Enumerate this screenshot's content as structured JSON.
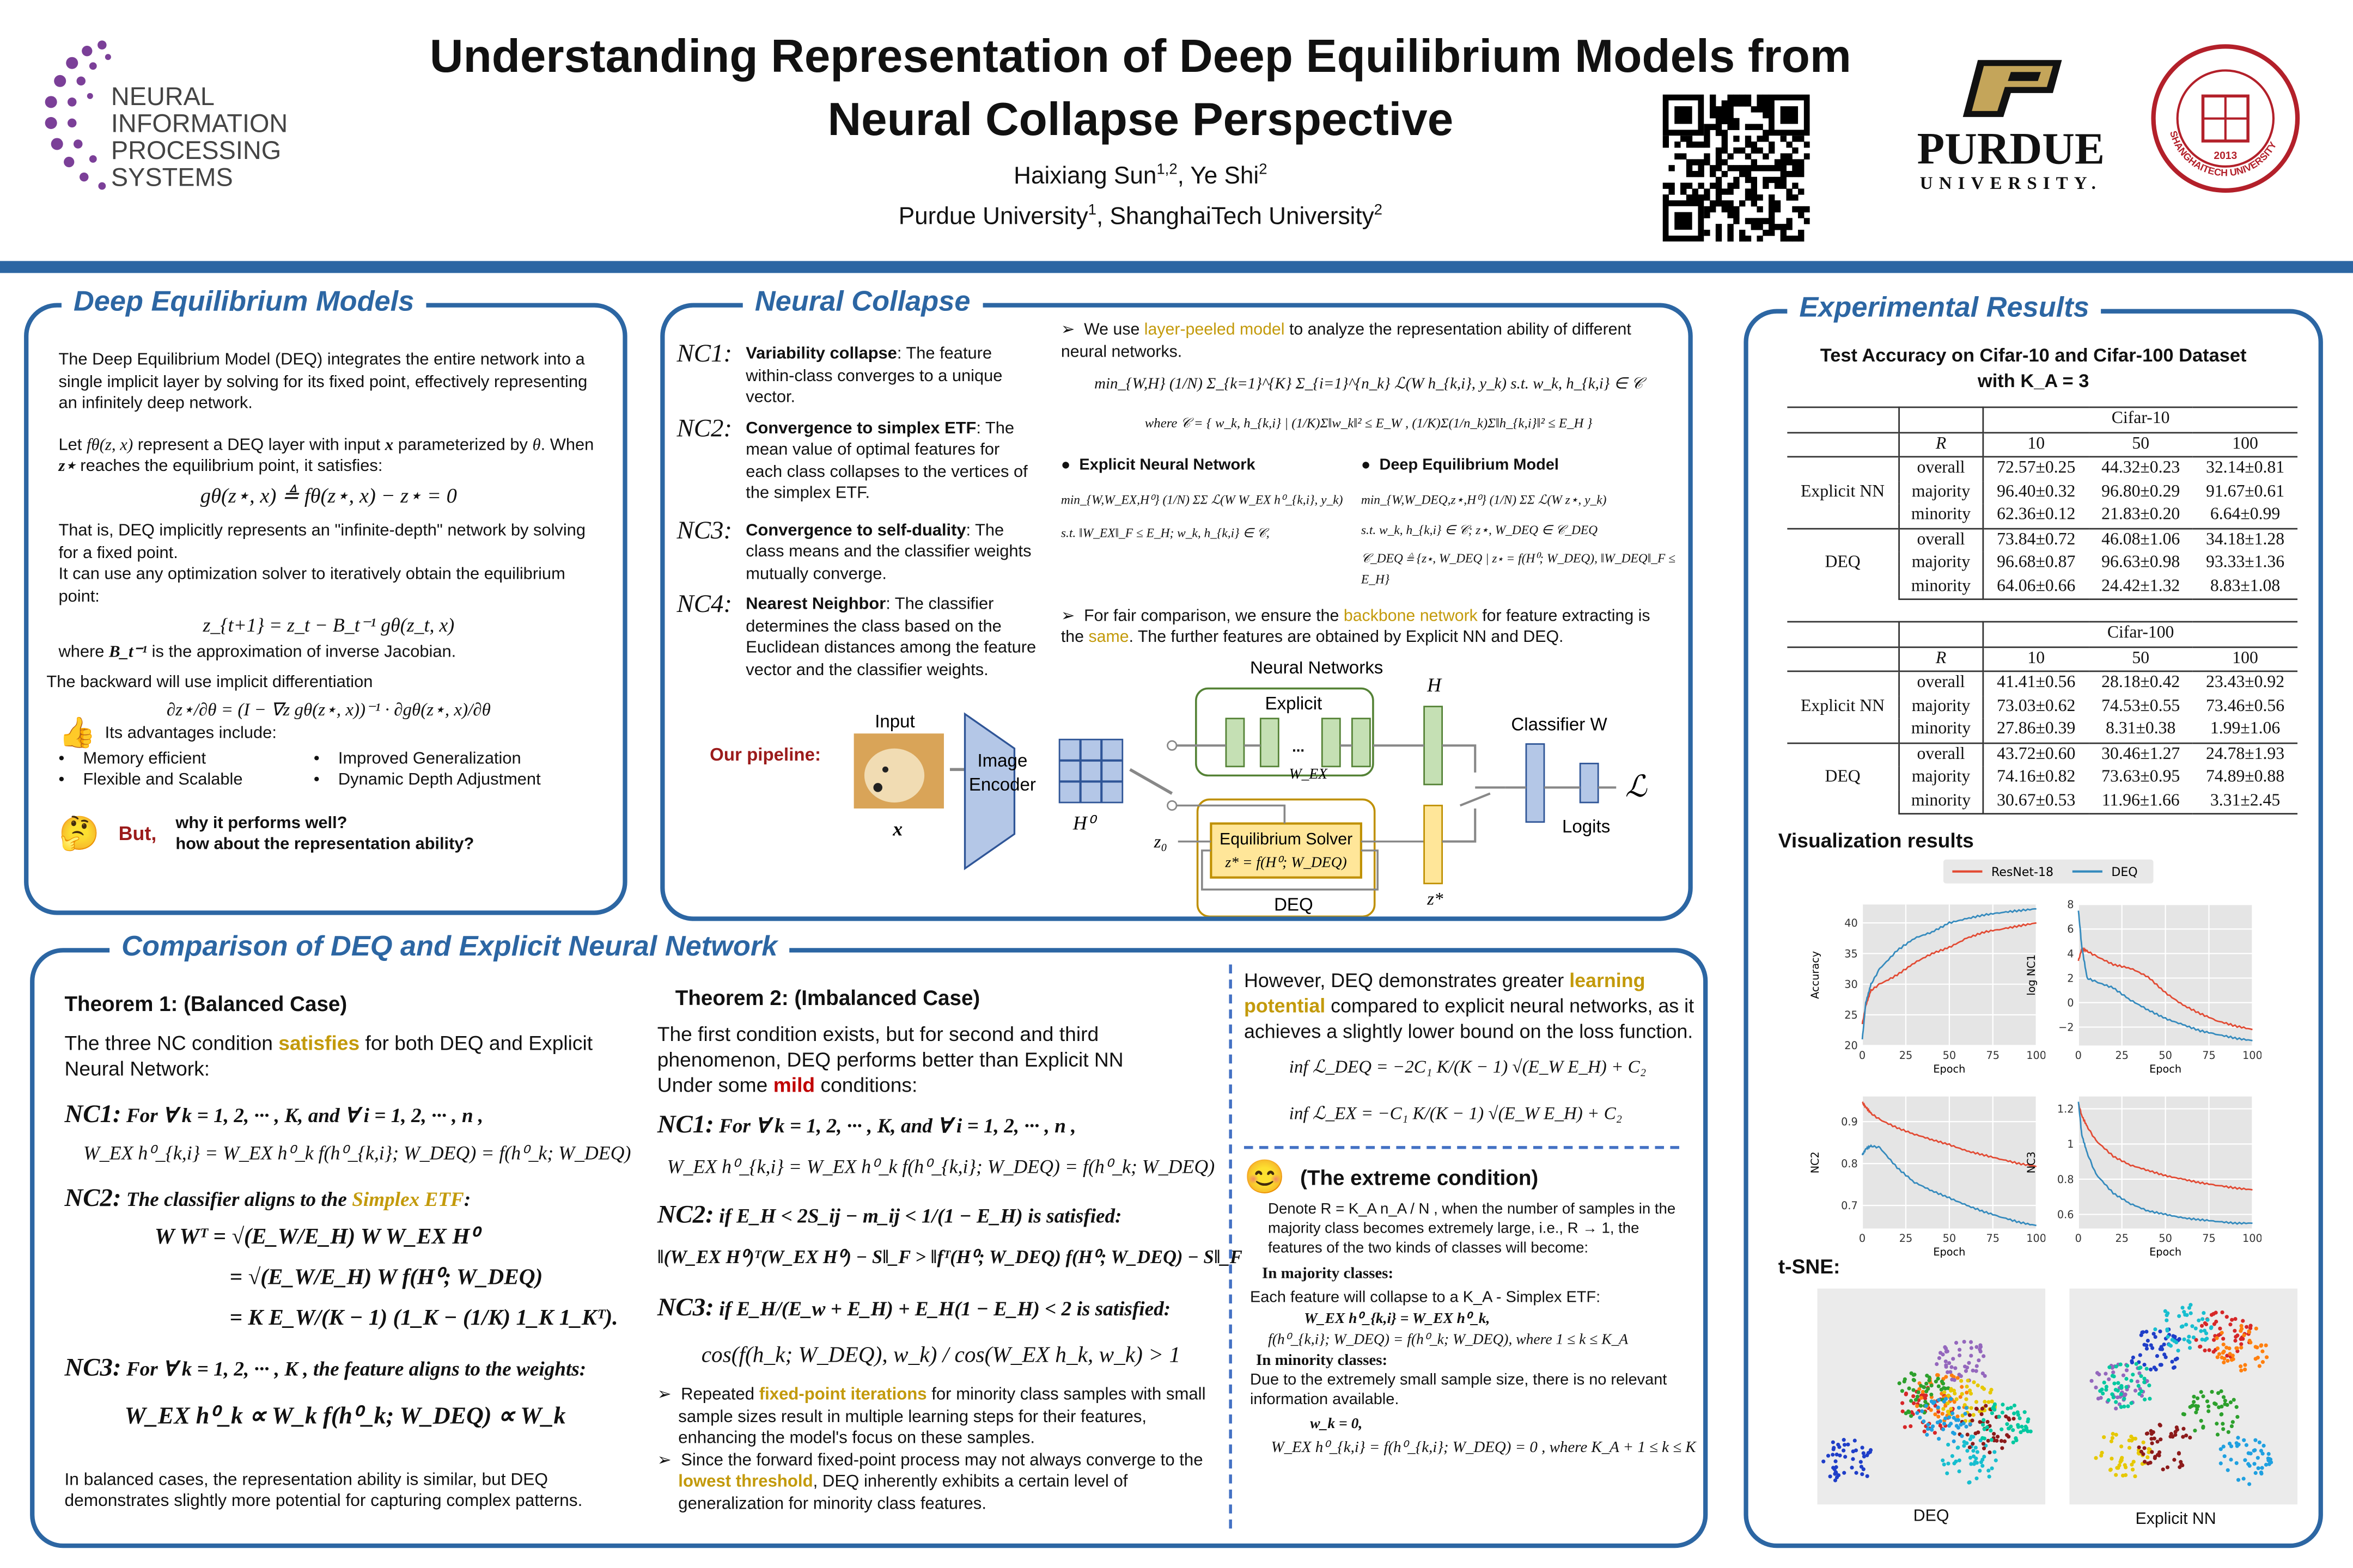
{
  "header": {
    "title_line1": "Understanding Representation of Deep Equilibrium Models from",
    "title_line2": "Neural Collapse Perspective",
    "authors": "Haixiang Sun",
    "authors_sup1": "1,2",
    "authors_mid": ", Ye Shi",
    "authors_sup2": "2",
    "affil1": "Purdue University",
    "affil_sup1": "1",
    "affil2": ", ShanghaiTech University",
    "affil_sup2": "2",
    "logo_neurips": [
      "NEURAL",
      "INFORMATION",
      "PROCESSING",
      "SYSTEMS"
    ],
    "logo_purdue": "PURDUE",
    "logo_purdue_sub": "UNIVERSITY.",
    "logo_shanghaitech": "SHANGHAITECH UNIVERSITY 2013",
    "accent": "#2c66a3"
  },
  "deq": {
    "title": "Deep Equilibrium Models",
    "p1": "The Deep Equilibrium Model (DEQ) integrates the entire network into a single implicit layer by solving for its fixed point, effectively representing an infinitely deep network.",
    "p2a": "Let ",
    "p2m1": "fθ(z, x)",
    "p2b": " represent a DEQ layer with input ",
    "p2m2": "x",
    "p2c": " parameterized by ",
    "p2m3": "θ",
    "p2d": ". When ",
    "p2m4": "z⋆",
    "p2e": " reaches the equilibrium point, it satisfies:",
    "eq1": "gθ(z⋆, x) ≜ fθ(z⋆, x) − z⋆ = 0",
    "p3": "That is, DEQ implicitly represents an \"infinite-depth\" network by solving for a fixed point.",
    "p4": "It can use any optimization solver to iteratively obtain the equilibrium point:",
    "eq2": "z_{t+1} = z_t − B_t⁻¹ gθ(z_t, x)",
    "p5a": "where ",
    "p5m": "B_t⁻¹",
    "p5b": " is the approximation of inverse Jacobian.",
    "p6": "The backward will use implicit differentiation",
    "eq3": "∂z⋆/∂θ = (I − ∇z gθ(z⋆, x))⁻¹ · ∂gθ(z⋆, x)/∂θ",
    "adv_title": "Its advantages include:",
    "adv": [
      "Memory efficient",
      "Flexible and Scalable",
      "Improved Generalization",
      "Dynamic Depth Adjustment"
    ],
    "but": "But,",
    "q1": "why it performs well?",
    "q2": "how about the representation ability?"
  },
  "nc": {
    "title": "Neural Collapse",
    "items": [
      {
        "tag": "NC1:",
        "bold": "Variability collapse",
        "text": ": The feature within-class converges to a unique vector."
      },
      {
        "tag": "NC2:",
        "bold": "Convergence to simplex ETF",
        "text": ": The mean value of optimal features for each class collapses to the vertices of the simplex ETF."
      },
      {
        "tag": "NC3:",
        "bold": "Convergence to self-duality",
        "text": ": The class means and the classifier weights mutually converge."
      },
      {
        "tag": "NC4:",
        "bold": "Nearest Neighbor",
        "text": ": The classifier determines the class based on the Euclidean distances among the feature vector and the classifier weights."
      }
    ],
    "b1a": "We use ",
    "b1h": "layer-peeled model",
    "b1b": " to analyze the representation ability of different neural networks.",
    "eq_lp": "min_{W,H} (1/N) Σ_{k=1}^{K} Σ_{i=1}^{n_k} ℒ(W h_{k,i}, y_k)   s.t. w_k, h_{k,i} ∈ 𝒞",
    "eq_c": "where 𝒞 = { w_k, h_{k,i} | (1/K)Σ‖w_k‖² ≤ E_W , (1/K)Σ(1/n_k)Σ‖h_{k,i}‖² ≤ E_H }",
    "explicit_label": "Explicit Neural Network",
    "deq_label": "Deep Equilibrium Model",
    "eq_ex": "min_{W,W_EX,H⁰} (1/N) ΣΣ ℒ(W W_EX h⁰_{k,i}, y_k)",
    "eq_ex_st": "s.t. ‖W_EX‖_F ≤ E_H; w_k, h_{k,i} ∈ 𝒞,",
    "eq_deq": "min_{W,W_DEQ,z⋆,H⁰} (1/N) ΣΣ ℒ(W z⋆, y_k)",
    "eq_deq_st": "s.t. w_k, h_{k,i} ∈ 𝒞; z⋆, W_DEQ ∈ 𝒞_DEQ",
    "eq_deq_c": "𝒞_DEQ ≜ {z⋆, W_DEQ | z⋆ = f(H⁰; W_DEQ), ‖W_DEQ‖_F ≤ E_H}",
    "b2a": "For fair comparison, we ensure the ",
    "b2h1": "backbone network",
    "b2b": " for feature extracting is the ",
    "b2h2": "same",
    "b2c": ". The further features are obtained by Explicit NN and DEQ.",
    "pipeline": {
      "label": "Our pipeline:",
      "input": "Input",
      "x": "x",
      "encoder1": "Image",
      "encoder2": "Encoder",
      "h0": "H⁰",
      "nn": "Neural Networks",
      "explicit": "Explicit",
      "wex": "W_EX",
      "dots": "...",
      "h": "H",
      "z0": "z₀",
      "solver": "Equilibrium Solver",
      "solver_eq": "z* = f(H⁰; W_DEQ)",
      "deq": "DEQ",
      "zstar": "z*",
      "classifier": "Classifier W",
      "logits": "Logits",
      "loss": "ℒ"
    }
  },
  "comparison": {
    "title": "Comparison of DEQ and Explicit Neural Network",
    "t1": {
      "title": "Theorem 1: (Balanced Case)",
      "pa": "The three NC condition ",
      "ph": "satisfies",
      "pb": " for both DEQ and Explicit Neural Network:",
      "nc1_tag": "NC1:",
      "nc1": "For ∀ k = 1, 2, ··· , K, and ∀ i = 1, 2, ··· , n ,",
      "nc1_eq": "W_EX h⁰_{k,i} = W_EX h⁰_k        f(h⁰_{k,i}; W_DEQ) = f(h⁰_k; W_DEQ)",
      "nc2_tag": "NC2:",
      "nc2a": "The classifier aligns to the ",
      "nc2h": "Simplex ETF",
      "nc2b": ":",
      "nc2_eq1": "W Wᵀ = √(E_W/E_H) W W_EX H⁰",
      "nc2_eq2": "= √(E_W/E_H) W f(H⁰; W_DEQ)",
      "nc2_eq3": "= K E_W/(K − 1) (1_K − (1/K) 1_K 1_Kᵀ).",
      "nc3_tag": "NC3:",
      "nc3": "For ∀ k = 1, 2, ··· , K , the feature aligns to the weights:",
      "nc3_eq": "W_EX h⁰_k ∝ W_k        f(h⁰_k; W_DEQ) ∝ W_k",
      "summary": "In balanced cases, the representation ability is similar, but DEQ demonstrates slightly more potential for capturing complex patterns."
    },
    "t2": {
      "title": "Theorem 2: (Imbalanced Case)",
      "p1": "The first condition exists, but for second and third phenomenon, DEQ performs better than Explicit NN",
      "p2a": "Under some ",
      "p2h": "mild",
      "p2b": " conditions:",
      "nc1_tag": "NC1:",
      "nc1": "For ∀ k = 1, 2, ··· , K, and ∀ i = 1, 2, ··· , n ,",
      "nc1_eq": "W_EX h⁰_{k,i} = W_EX h⁰_k        f(h⁰_{k,i}; W_DEQ) = f(h⁰_k; W_DEQ)",
      "nc2_tag": "NC2:",
      "nc2": "if E_H < 2S_ij − m_ij < 1/(1 − E_H) is satisfied:",
      "nc2_eq": "‖(W_EX H⁰)ᵀ(W_EX H⁰) − S‖_F > ‖fᵀ(H⁰; W_DEQ) f(H⁰; W_DEQ) − S‖_F",
      "nc3_tag": "NC3:",
      "nc3": "if E_H/(E_w + E_H) + E_H(1 − E_H) < 2 is satisfied:",
      "nc3_eq": "cos(f(h_k; W_DEQ), w_k) / cos(W_EX h_k, w_k) > 1",
      "b1a": "Repeated ",
      "b1h": "fixed-point iterations",
      "b1b": " for minority class samples with small sample sizes result in multiple learning steps for their features, enhancing the model's focus on these samples.",
      "b2a": "Since the forward fixed-point process may not always converge to the ",
      "b2h": "lowest threshold",
      "b2b": ", DEQ inherently exhibits a certain level of generalization for minority class features."
    },
    "right": {
      "pa": "However, DEQ demonstrates greater ",
      "ph": "learning potential",
      "pb": " compared to explicit neural networks, as it achieves a slightly lower bound on the loss function.",
      "eq1": "inf ℒ_DEQ = −2C₁ K/(K − 1) √(E_W E_H) + C₂",
      "eq2": "inf ℒ_EX = −C₁ K/(K − 1) √(E_W E_H) + C₂",
      "extreme_title": "(The extreme condition)",
      "denote": "Denote R = K_A n_A / N , when the number of samples in the majority class becomes extremely large, i.e., R → 1, the features of the two kinds of classes will become:",
      "maj_title": "In majority classes:",
      "maj_text": "Each feature will collapse to a K_A - Simplex ETF:",
      "maj_eq1": "W_EX h⁰_{k,i} = W_EX h⁰_k,",
      "maj_eq2": "f(h⁰_{k,i}; W_DEQ) = f(h⁰_k; W_DEQ), where 1 ≤ k ≤ K_A",
      "min_title": "In minority classes:",
      "min_text": "Due to the extremely small sample size, there is no relevant information available.",
      "min_eq1": "w_k = 0,",
      "min_eq2": "W_EX h⁰_{k,i} = f(h⁰_{k,i}; W_DEQ) = 0 , where K_A + 1 ≤ k ≤ K"
    }
  },
  "results": {
    "title": "Experimental Results",
    "table_caption1": "Test Accuracy on Cifar-10 and Cifar-100 Dataset",
    "table_caption2": "with K_A = 3",
    "tables": [
      {
        "dataset": "Cifar-10",
        "r_label": "R",
        "r_values": [
          "10",
          "50",
          "100"
        ],
        "groups": [
          {
            "model": "Explicit NN",
            "rows": [
              [
                "overall",
                "72.57±0.25",
                "44.32±0.23",
                "32.14±0.81"
              ],
              [
                "majority",
                "96.40±0.32",
                "96.80±0.29",
                "91.67±0.61"
              ],
              [
                "minority",
                "62.36±0.12",
                "21.83±0.20",
                "6.64±0.99"
              ]
            ]
          },
          {
            "model": "DEQ",
            "rows": [
              [
                "overall",
                "73.84±0.72",
                "46.08±1.06",
                "34.18±1.28"
              ],
              [
                "majority",
                "96.68±0.87",
                "96.63±0.98",
                "93.33±1.36"
              ],
              [
                "minority",
                "64.06±0.66",
                "24.42±1.32",
                "8.83±1.08"
              ]
            ]
          }
        ]
      },
      {
        "dataset": "Cifar-100",
        "r_label": "R",
        "r_values": [
          "10",
          "50",
          "100"
        ],
        "groups": [
          {
            "model": "Explicit NN",
            "rows": [
              [
                "overall",
                "41.41±0.56",
                "28.18±0.42",
                "23.43±0.92"
              ],
              [
                "majority",
                "73.03±0.62",
                "74.53±0.55",
                "73.46±0.56"
              ],
              [
                "minority",
                "27.86±0.39",
                "8.31±0.38",
                "1.99±1.06"
              ]
            ]
          },
          {
            "model": "DEQ",
            "rows": [
              [
                "overall",
                "43.72±0.60",
                "30.46±1.27",
                "24.78±1.93"
              ],
              [
                "majority",
                "74.16±0.82",
                "73.63±0.95",
                "74.89±0.88"
              ],
              [
                "minority",
                "30.67±0.53",
                "11.96±1.66",
                "3.31±2.45"
              ]
            ]
          }
        ]
      }
    ],
    "vis_title": "Visualization results",
    "tsne_title": "t-SNE:",
    "tsne_labels": [
      "DEQ",
      "Explicit NN"
    ]
  },
  "chart_data": [
    {
      "type": "line",
      "ylabel": "Accuracy",
      "xlabel": "Epoch",
      "xlim": [
        0,
        100
      ],
      "ylim": [
        20,
        43
      ],
      "xticks": [
        0,
        25,
        50,
        75,
        100
      ],
      "yticks": [
        20,
        25,
        30,
        35,
        40
      ],
      "grid": true,
      "legend": "top-center",
      "x": [
        0,
        2,
        5,
        10,
        20,
        30,
        40,
        50,
        60,
        70,
        80,
        90,
        100
      ],
      "series": [
        {
          "name": "ResNet-18",
          "color": "#e24a33",
          "values": [
            23.5,
            26.5,
            29,
            30,
            31.5,
            33.5,
            35,
            36,
            37.5,
            38.5,
            39,
            39.5,
            40
          ]
        },
        {
          "name": "DEQ",
          "color": "#348abd",
          "values": [
            21,
            27,
            30,
            32.5,
            35.5,
            37.5,
            38.5,
            40,
            40.7,
            41.3,
            41.7,
            42,
            42.3
          ]
        }
      ]
    },
    {
      "type": "line",
      "ylabel": "log NC1",
      "xlabel": "Epoch",
      "xlim": [
        0,
        100
      ],
      "ylim": [
        -3.5,
        8
      ],
      "xticks": [
        0,
        25,
        50,
        75,
        100
      ],
      "yticks": [
        -2,
        0,
        2,
        4,
        6,
        8
      ],
      "grid": true,
      "x": [
        0,
        2,
        5,
        10,
        20,
        30,
        40,
        50,
        60,
        70,
        80,
        90,
        100
      ],
      "series": [
        {
          "name": "ResNet-18",
          "color": "#e24a33",
          "values": [
            3.4,
            4.4,
            4.2,
            3.8,
            3.1,
            2.8,
            2.1,
            0.8,
            -0.2,
            -0.9,
            -1.5,
            -1.9,
            -2.2
          ]
        },
        {
          "name": "DEQ",
          "color": "#348abd",
          "values": [
            7.5,
            4.5,
            2,
            1.7,
            1.2,
            0.2,
            -0.6,
            -1.3,
            -1.8,
            -2.3,
            -2.6,
            -2.9,
            -3.1
          ]
        }
      ]
    },
    {
      "type": "line",
      "ylabel": "NC2",
      "xlabel": "Epoch",
      "xlim": [
        0,
        100
      ],
      "ylim": [
        0.645,
        0.96
      ],
      "xticks": [
        0,
        25,
        50,
        75,
        100
      ],
      "yticks": [
        0.7,
        0.8,
        0.9
      ],
      "grid": true,
      "x": [
        0,
        2,
        5,
        10,
        20,
        30,
        40,
        50,
        60,
        70,
        80,
        90,
        100
      ],
      "series": [
        {
          "name": "ResNet-18",
          "color": "#e24a33",
          "values": [
            0.945,
            0.935,
            0.92,
            0.905,
            0.885,
            0.87,
            0.857,
            0.845,
            0.83,
            0.82,
            0.81,
            0.8,
            0.793
          ]
        },
        {
          "name": "DEQ",
          "color": "#348abd",
          "values": [
            0.82,
            0.835,
            0.842,
            0.838,
            0.79,
            0.755,
            0.735,
            0.718,
            0.7,
            0.685,
            0.672,
            0.66,
            0.652
          ]
        }
      ]
    },
    {
      "type": "line",
      "ylabel": "NC3",
      "xlabel": "Epoch",
      "xlim": [
        0,
        100
      ],
      "ylim": [
        0.52,
        1.27
      ],
      "xticks": [
        0,
        25,
        50,
        75,
        100
      ],
      "yticks": [
        0.6,
        0.8,
        1.0,
        1.2
      ],
      "grid": true,
      "x": [
        0,
        2,
        5,
        10,
        20,
        30,
        40,
        50,
        60,
        70,
        80,
        90,
        100
      ],
      "series": [
        {
          "name": "ResNet-18",
          "color": "#e24a33",
          "values": [
            1.23,
            1.16,
            1.1,
            1.02,
            0.93,
            0.88,
            0.85,
            0.82,
            0.8,
            0.78,
            0.765,
            0.75,
            0.74
          ]
        },
        {
          "name": "DEQ",
          "color": "#348abd",
          "values": [
            1.24,
            1.05,
            0.95,
            0.83,
            0.72,
            0.66,
            0.62,
            0.6,
            0.58,
            0.57,
            0.56,
            0.55,
            0.55
          ]
        }
      ]
    },
    {
      "type": "scatter",
      "title": "DEQ",
      "clusters": 10,
      "palette": [
        "#1f3ec8",
        "#d62728",
        "#ff7f0e",
        "#2ca02c",
        "#17becf",
        "#9467bd",
        "#e6c800",
        "#8c1a1a",
        "#1fa0e0",
        "#00c8a0"
      ]
    },
    {
      "type": "scatter",
      "title": "Explicit NN",
      "clusters": 10,
      "palette": [
        "#1f3ec8",
        "#d62728",
        "#ff7f0e",
        "#2ca02c",
        "#17becf",
        "#9467bd",
        "#e6c800",
        "#8c1a1a",
        "#1fa0e0",
        "#00c8a0"
      ]
    }
  ]
}
